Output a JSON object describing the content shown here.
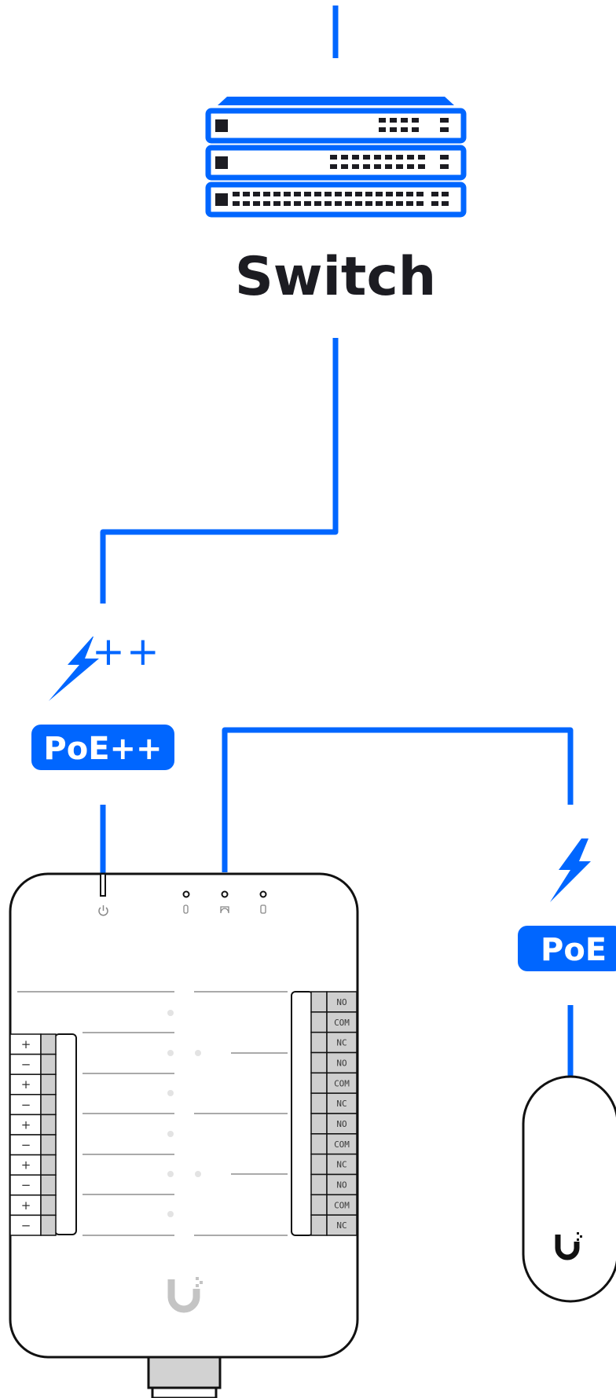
{
  "switch": {
    "label": "Switch"
  },
  "poe_plus": {
    "badge": "PoE++",
    "superscript": "++"
  },
  "poe": {
    "badge": "PoE"
  },
  "device": {
    "relay_terminals": [
      "NO",
      "COM",
      "NC",
      "NO",
      "COM",
      "NC",
      "NO",
      "COM",
      "NC",
      "NO",
      "COM",
      "NC"
    ],
    "input_terminals": [
      "+",
      "−",
      "+",
      "−",
      "+",
      "−",
      "+",
      "−",
      "+",
      "−"
    ]
  },
  "colors": {
    "accent": "#0066ff",
    "outline": "#111111",
    "terminal_fill": "#cfcfcf",
    "logo_gray": "#c4c4c4",
    "text_dark": "#1c1c22"
  },
  "icons": {
    "switch": "network-switch-icon",
    "poe_plus": "lightning-bolt-icon",
    "poe": "lightning-bolt-icon",
    "device_logo": "ubiquiti-u-logo-icon",
    "reader_logo": "ubiquiti-u-logo-icon"
  }
}
